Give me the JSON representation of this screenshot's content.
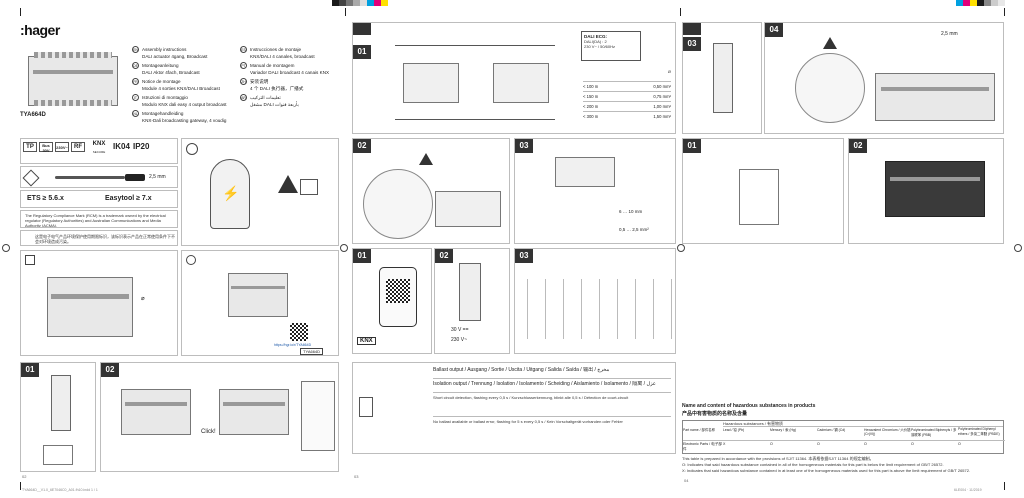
{
  "brand": ":hager",
  "product_code": "TYA664D",
  "product_code_box": "TYA664D",
  "languages": [
    {
      "code": "EN",
      "text": "Assembly instructions"
    },
    {
      "code": "",
      "text": "DALI actuator 4gang, Broadcast"
    },
    {
      "code": "DE",
      "text": "Montageanleitung"
    },
    {
      "code": "",
      "text": "DALI Aktor 4fach, Broadcast"
    },
    {
      "code": "FR",
      "text": "Notice de montage"
    },
    {
      "code": "",
      "text": "Module 4 sorties KNX/DALI Broadcast"
    },
    {
      "code": "IT",
      "text": "Istruzioni di montaggio"
    },
    {
      "code": "",
      "text": "Modulo KNX dali easy 4 output broadcast"
    },
    {
      "code": "NL",
      "text": "Montagehandleiding"
    },
    {
      "code": "",
      "text": "KNX-Dali broadcasting gateway, 4 voudig"
    },
    {
      "code": "ES",
      "text": "Instrucciones de montaje"
    },
    {
      "code": "",
      "text": "KNX/DALI 4 canales, broadcast"
    },
    {
      "code": "PT",
      "text": "Manual de montagem"
    },
    {
      "code": "",
      "text": "Variador DALI broadcast 4 canais KNX"
    },
    {
      "code": "ZH",
      "text": "安装说明"
    },
    {
      "code": "",
      "text": "4 个 DALI 执行器，广播式"
    },
    {
      "code": "AR",
      "text": "تعليمات التركيب"
    },
    {
      "code": "",
      "text": "مشغل DALI بأربعة قنوات"
    }
  ],
  "badges": {
    "tp": "TP",
    "bus": "Bus 30V",
    "voltage": "230V~",
    "rf": "RF",
    "knx": "KNX",
    "knx_sub": "SECURE",
    "ik": "IK04",
    "ip": "IP20"
  },
  "screw_spec": "2,5 mm",
  "software": {
    "ets": "ETS ≥ 5.6.x",
    "easytool": "Easytool ≥ 7.x"
  },
  "warnings": {
    "ukca": "The Regulatory Compliance Mark (RCM) is a trademark owned by the electrical regulator (Regulatory Authorities) and Australian Communications and Media Authority (ACMA).",
    "china": "这是电子电气产品环境保护使用期限标识，该标识表示产品在正常使用条件下不会对环境造成污染。"
  },
  "qr_url": "https://hgr.io/r/TYA664D",
  "dali_title": "DALI ECG:",
  "dali_lines": [
    "DALI(DA) : 2",
    "230 V~ / 50/60Hz"
  ],
  "cable_table": {
    "header": "Ø",
    "rows": [
      [
        "< 100 m",
        "0,50 mm²"
      ],
      [
        "< 150 m",
        "0,75 mm²"
      ],
      [
        "< 200 m",
        "1,00 mm²"
      ],
      [
        "< 300 m",
        "1,50 mm²"
      ]
    ]
  },
  "wire_specs": [
    "6 … 10 mm",
    "0,5 … 2,5 mm²"
  ],
  "voltage_marks": [
    "30 V ==",
    "230 V~"
  ],
  "click_label": "Click!",
  "legend_rows": [
    "Ballast output / Ausgang / Sortie / Uscita / Uitgang / Salida / Saída / 输出 / مخرج",
    "Isolation output / Trennung / Isolation / Isolamento / Scheiding / Aislamiento / Isolamento / 隔离 / عزل",
    "Short circuit detection, flashing every 0,5 s / Kurzschlusserkennung, blinkt alle 0,5 s / Détection de court-circuit",
    "No ballast available or ballast error, flashing for 5 s every 0,5 s / Kein Vorschaltgerät vorhanden oder Fehler"
  ],
  "hazard": {
    "title_en": "Name and content of hazardous substances in products",
    "title_zh": "产品中有害物质的名称及含量",
    "subtitle": "Hazardous substances / 有害物质",
    "columns": [
      "Part name / 部件名称",
      "Lead / 铅 (Pb)",
      "Mercury / 汞 (Hg)",
      "Cadmium / 镉 (Cd)",
      "Hexavalent Chromium / 六价铬 (Cr(VI))",
      "Polybrominated Biphenyls / 多溴联苯 (PBB)",
      "Polybrominated Diphenyl ethers / 多溴二苯醚 (PBDE)"
    ],
    "row": [
      "Electronic Parts / 电子部件",
      "X",
      "O",
      "O",
      "O",
      "O",
      "O"
    ],
    "notes": [
      "This table is prepared in accordance with the provisions of SJ/T 11364. 本表格依据SJ/T 11364 的规定编制。",
      "O: Indicates that said hazardous substance contained in all of the homogeneous materials for this part is below the limit requirement of GB/T 26572.",
      "X: Indicates that said hazardous substance contained in at least one of the homogeneous materials used for this part is above the limit requirement of GB/T 26572."
    ]
  },
  "page_numbers": [
    "02",
    "03",
    "04"
  ],
  "footer_left": "TYA664D__V1.0_6E7046C0_A01.fh10.indd 1 / 1",
  "footer_right": "6LE004 · 11/2019",
  "step_numbers": [
    "01",
    "02",
    "01",
    "02",
    "03",
    "01",
    "02",
    "03",
    "03",
    "04",
    "01",
    "02"
  ],
  "colors": {
    "ink": "#222222",
    "panel_border": "#bdbdbd",
    "dark_device": "#3a3a3a",
    "accent": "#777777"
  }
}
